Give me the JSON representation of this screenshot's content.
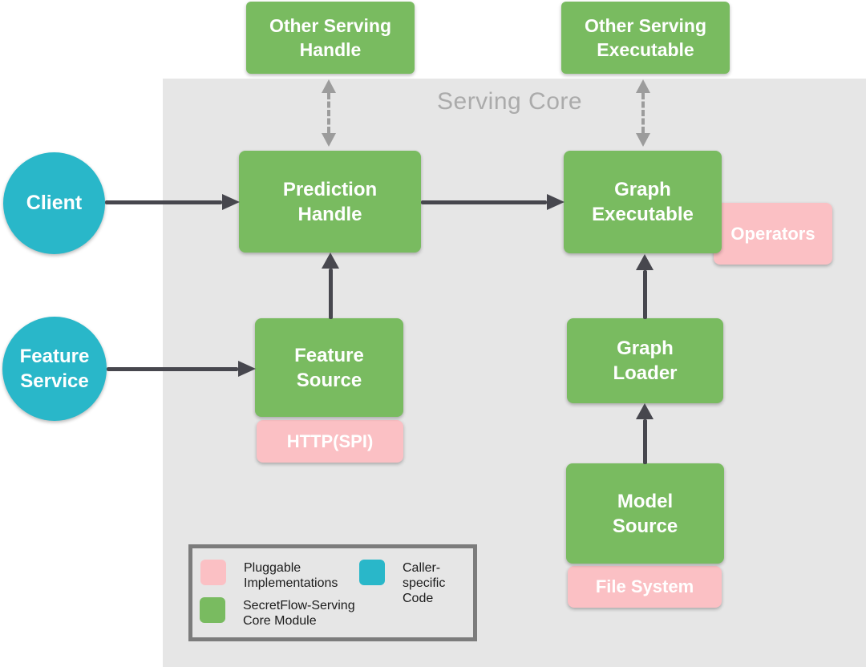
{
  "palette": {
    "green": "#79BB60",
    "pink": "#FBC0C4",
    "teal": "#29B7C9",
    "panel": "#E6E6E6",
    "arrow": "#47474E",
    "muted-arrow": "#9C9C9C",
    "muted-text": "#ABABAB",
    "legend-border": "#7C7C7C",
    "legend-text": "#1B1B1B"
  },
  "panel": {
    "title": "Serving Core"
  },
  "external": {
    "other_serving_handle": "Other Serving\nHandle",
    "other_serving_executable": "Other Serving\nExecutable",
    "client": "Client",
    "feature_service": "Feature\nService"
  },
  "core": {
    "prediction_handle": "Prediction\nHandle",
    "graph_executable": "Graph\nExecutable",
    "feature_source": "Feature\nSource",
    "graph_loader": "Graph\nLoader",
    "model_source": "Model\nSource"
  },
  "pluggable": {
    "operators": "Operators",
    "http_spi": "HTTP(SPI)",
    "file_system": "File System"
  },
  "legend": {
    "items": [
      {
        "label": "Pluggable\nImplementations",
        "color": "#FBC0C4"
      },
      {
        "label": "Caller-specific\nCode",
        "color": "#29B7C9"
      },
      {
        "label": "SecretFlow-Serving\nCore Module",
        "color": "#79BB60"
      }
    ]
  }
}
